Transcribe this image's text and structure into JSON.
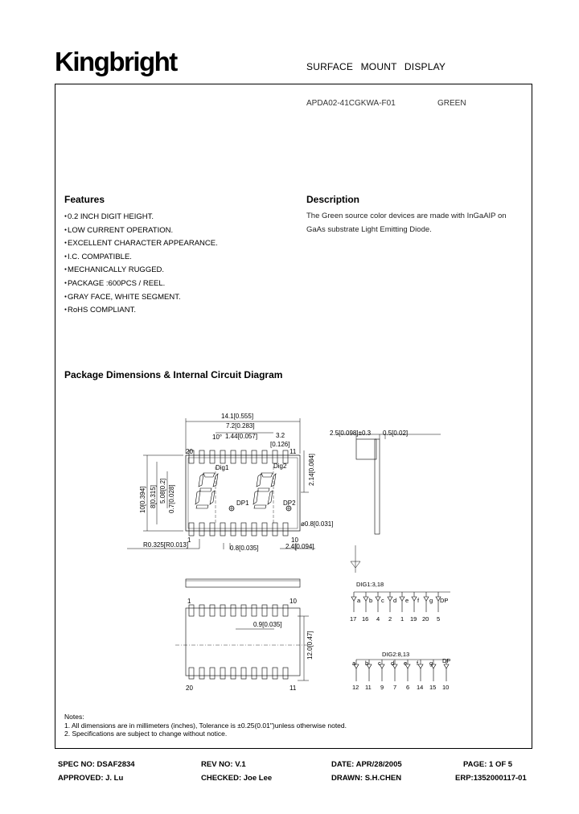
{
  "header": {
    "brand": "Kingbright",
    "doc_title": "SURFACE MOUNT DISPLAY",
    "part_number": "APDA02-41CGKWA-F01",
    "color": "GREEN"
  },
  "features": {
    "heading": "Features",
    "items": [
      "0.2 INCH DIGIT HEIGHT.",
      "LOW CURRENT OPERATION.",
      "EXCELLENT CHARACTER APPEARANCE.",
      "I.C. COMPATIBLE.",
      "MECHANICALLY RUGGED.",
      "PACKAGE :600PCS / REEL.",
      "GRAY FACE, WHITE SEGMENT.",
      "RoHS COMPLIANT."
    ]
  },
  "description": {
    "heading": "Description",
    "text": "The Green source color devices are made with InGaAIP on GaAs substrate Light Emitting Diode."
  },
  "package": {
    "heading": "Package Dimensions & Internal Circuit Diagram",
    "dims": {
      "overall_width": "14.1[0.555]",
      "digit_pitch": "7.2[0.283]",
      "angle": "10°",
      "seg_width": "1.44[0.057]",
      "dp_offset": "3.2",
      "dp_offset_in": "[0.126]",
      "height_total": "10[0.394]",
      "height_body": "8[0.315]",
      "height_digit": "5.08[0.2]",
      "height_seg": "0.7[0.028]",
      "pad_len": "2.14[0.084]",
      "dp_dia": "ø0.8[0.031]",
      "corner_r": "R0.325[R0.013]",
      "pin_pitch": "0.8[0.035]",
      "pad_pitch": "2.4[0.094]",
      "side_height": "2.5[0.098]±0.3",
      "side_thick": "0.5[0.02]",
      "bottom_pitch": "0.9[0.035]",
      "bottom_height": "12.0[0.47]"
    },
    "labels": {
      "dig1": "Dig1",
      "dig2": "Dig2",
      "dp1": "DP1",
      "dp2": "DP2",
      "pin20": "20",
      "pin1": "1",
      "pin10": "10",
      "pin11": "11",
      "b_pin1": "1",
      "b_pin10": "10",
      "b_pin20": "20",
      "b_pin11": "11"
    },
    "circuit": {
      "dig1_title": "DIG1:3,18",
      "dig1_segments": [
        "a",
        "b",
        "c",
        "d",
        "e",
        "f",
        "g",
        "DP"
      ],
      "dig1_pins": [
        "17",
        "16",
        "4",
        "2",
        "1",
        "19",
        "20",
        "5"
      ],
      "dig2_title": "DIG2:8,13",
      "dig2_segments": [
        "a",
        "b",
        "c",
        "d",
        "e",
        "f",
        "g",
        "DP"
      ],
      "dig2_pins": [
        "12",
        "11",
        "9",
        "7",
        "6",
        "14",
        "15",
        "10"
      ]
    }
  },
  "notes": {
    "title": "Notes:",
    "lines": [
      "1. All dimensions are in millimeters (inches), Tolerance is ±0.25(0.01\")unless otherwise noted.",
      "2. Specifications are subject to change without notice."
    ]
  },
  "footer": {
    "spec_no": "SPEC NO: DSAF2834",
    "rev_no": "REV NO: V.1",
    "date": "DATE: APR/28/2005",
    "page": "PAGE: 1 OF 5",
    "approved": "APPROVED: J. Lu",
    "checked": "CHECKED: Joe Lee",
    "drawn": "DRAWN: S.H.CHEN",
    "erp": "ERP:1352000117-01"
  }
}
